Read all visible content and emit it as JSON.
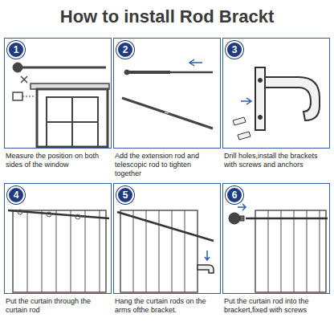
{
  "diagram": {
    "title": "How to install Rod Brackt",
    "nodes": [
      {
        "text": [
          "Measure the position on both sides of the window"
        ]
      },
      {
        "text": [
          "1"
        ],
        "in": 0
      },
      {
        "text": [
          "Add the extension rod and telescopic rod to tighten together"
        ]
      },
      {
        "text": [
          "2"
        ],
        "in": 2
      },
      {
        "text": [
          "Drill holes,install the brackets with screws and anchors"
        ]
      },
      {
        "text": [
          "3"
        ],
        "in": 4
      },
      {
        "text": [
          "Put the curtain through the curtain rod"
        ]
      },
      {
        "text": [
          "4"
        ],
        "in": 6
      },
      {
        "text": [
          "Hang the curtain rods on the arms ofthe bracket."
        ]
      },
      {
        "text": [
          "5"
        ],
        "in": 8
      },
      {
        "text": [
          "Put the curtain rod into the brackert,fixed with screws"
        ]
      },
      {
        "text": [
          "6"
        ],
        "in": 10
      }
    ]
  }
}
